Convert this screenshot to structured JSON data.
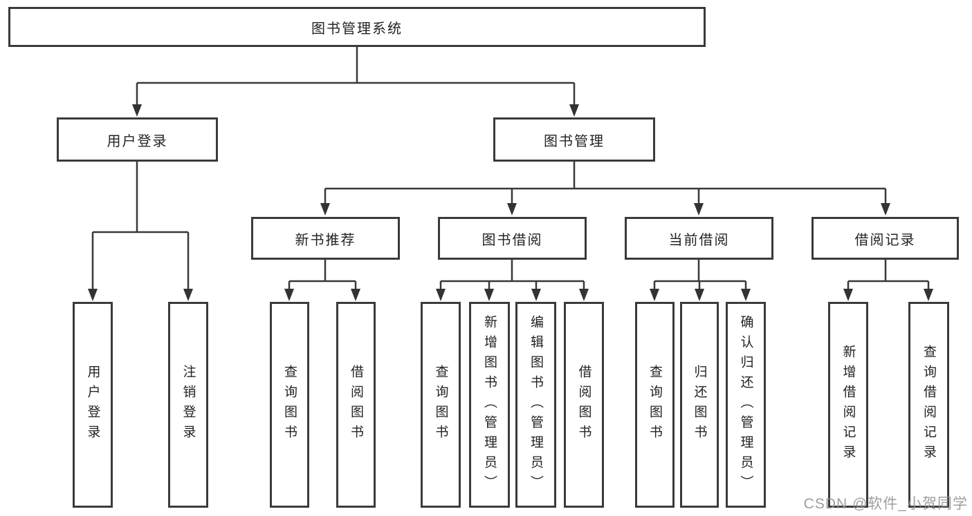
{
  "diagram": {
    "type": "hierarchy-tree",
    "orientation": "top-down",
    "colors": {
      "background": "#ffffff",
      "box_border": "#3a3a3a",
      "connector_line": "#383838",
      "arrowhead_fill": "#333333",
      "label_text": "#232323",
      "watermark_text": "#969696"
    },
    "tree": {
      "label": "图书管理系统",
      "children": [
        {
          "label": "用户登录",
          "children": [
            {
              "label": "用户登录"
            },
            {
              "label": "注销登录"
            }
          ]
        },
        {
          "label": "图书管理",
          "children": [
            {
              "label": "新书推荐",
              "children": [
                {
                  "label": "查询图书"
                },
                {
                  "label": "借阅图书"
                }
              ]
            },
            {
              "label": "图书借阅",
              "children": [
                {
                  "label": "查询图书"
                },
                {
                  "label": "新增图书（管理员）"
                },
                {
                  "label": "编辑图书（管理员）"
                },
                {
                  "label": "借阅图书"
                }
              ]
            },
            {
              "label": "当前借阅",
              "children": [
                {
                  "label": "查询图书"
                },
                {
                  "label": "归还图书"
                },
                {
                  "label": "确认归还（管理员）"
                }
              ]
            },
            {
              "label": "借阅记录",
              "children": [
                {
                  "label": "新增借阅记录"
                },
                {
                  "label": "查询借阅记录"
                }
              ]
            }
          ]
        }
      ]
    },
    "watermark": {
      "text": "CSDN @软件_小贺同学"
    }
  }
}
